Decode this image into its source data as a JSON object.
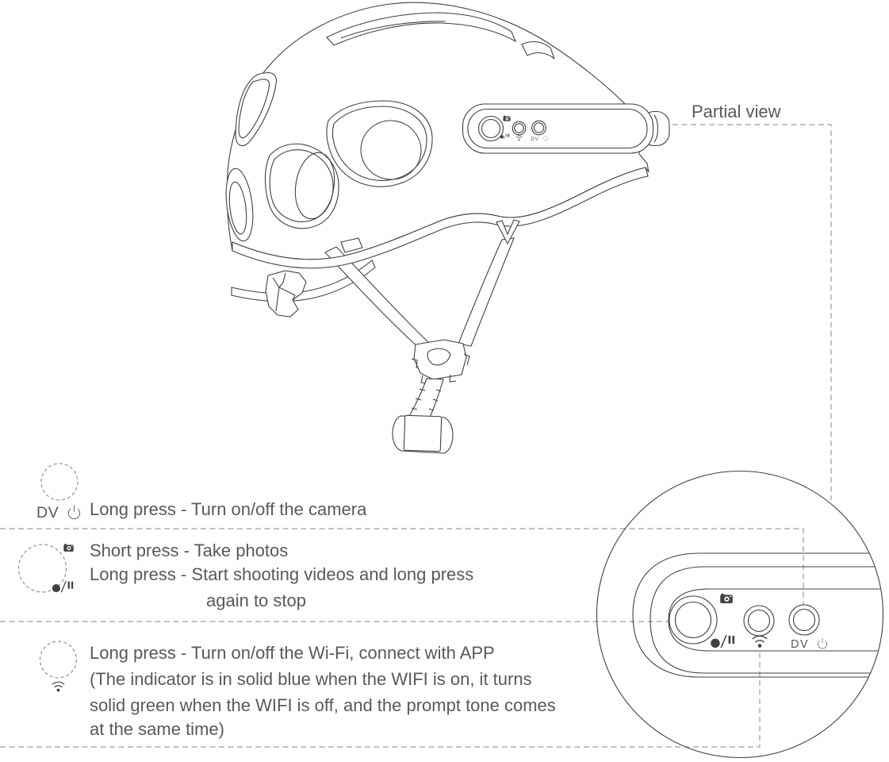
{
  "title_label": "Partial view",
  "labels": {
    "dv": "DV",
    "record": "●/II"
  },
  "sections": [
    {
      "name": "power-button",
      "lines": [
        "Long press - Turn on/off the camera"
      ]
    },
    {
      "name": "record-button",
      "lines": [
        "Short press - Take photos",
        "Long press - Start shooting videos and long press",
        "again to stop"
      ]
    },
    {
      "name": "wifi-button",
      "lines": [
        "Long press - Turn on/off the Wi-Fi, connect with APP",
        "(The indicator is in solid blue when the WIFI is on, it turns",
        "solid green when the WIFI is off, and the prompt tone comes",
        "at the same time)"
      ]
    }
  ],
  "icons": [
    "power-icon",
    "camera-icon",
    "record-pause-icon",
    "wifi-icon"
  ],
  "colors": {
    "line": "#414042",
    "text": "#58595b",
    "dash": "#9c9c9c"
  }
}
